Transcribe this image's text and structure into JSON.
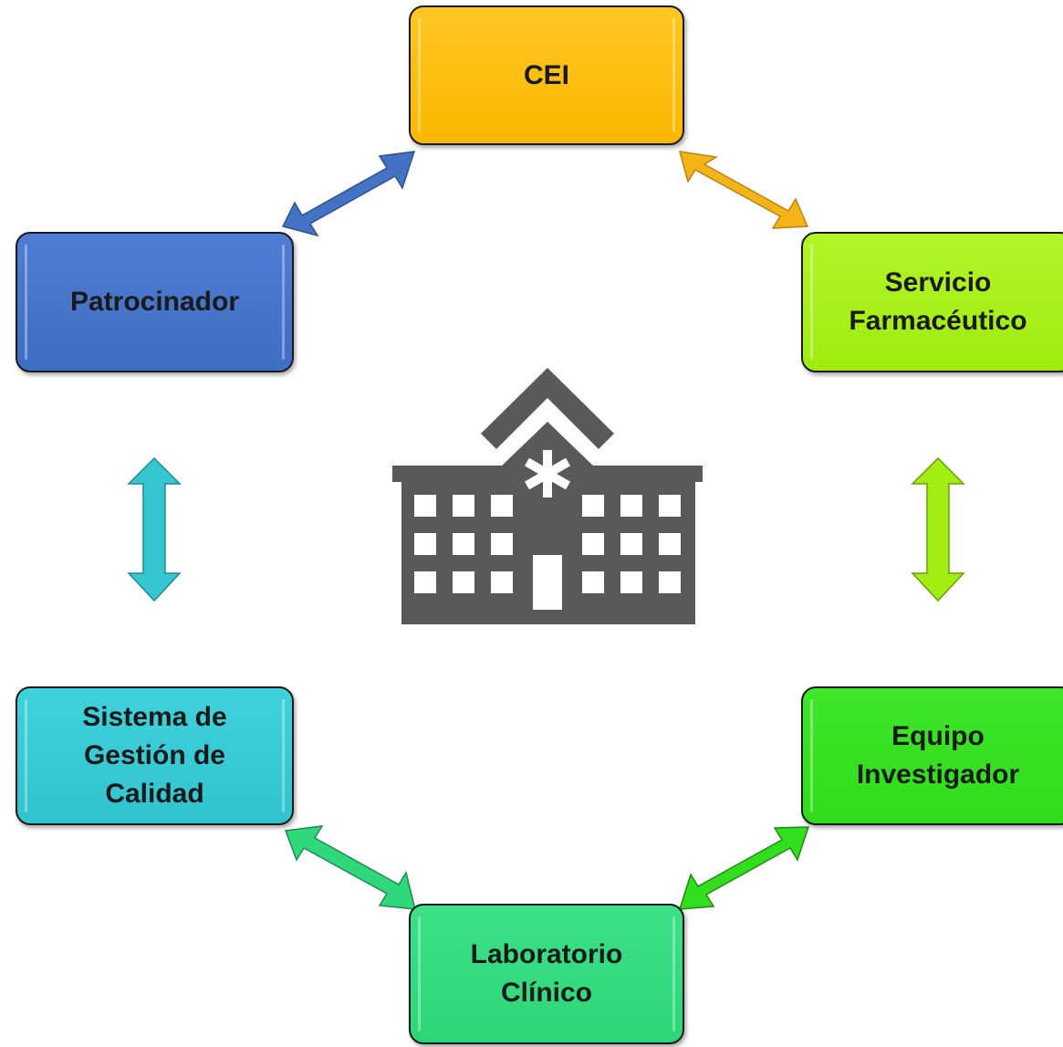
{
  "nodes": {
    "cei": "CEI",
    "patrocinador": "Patrocinador",
    "servicio": "Servicio\nFarmacéutico",
    "sistema": "Sistema de\nGestión de\nCalidad",
    "equipo": "Equipo\nInvestigador",
    "laboratorio": "Laboratorio\nClínico"
  },
  "colors": {
    "cei": "#f9b800",
    "patrocinador": "#4472c4",
    "servicio": "#a2ee12",
    "sistema": "#35c6d1",
    "equipo": "#33de1f",
    "laboratorio": "#30d87c",
    "hospital": "#595959"
  },
  "icons": {
    "center": "hospital-icon"
  }
}
